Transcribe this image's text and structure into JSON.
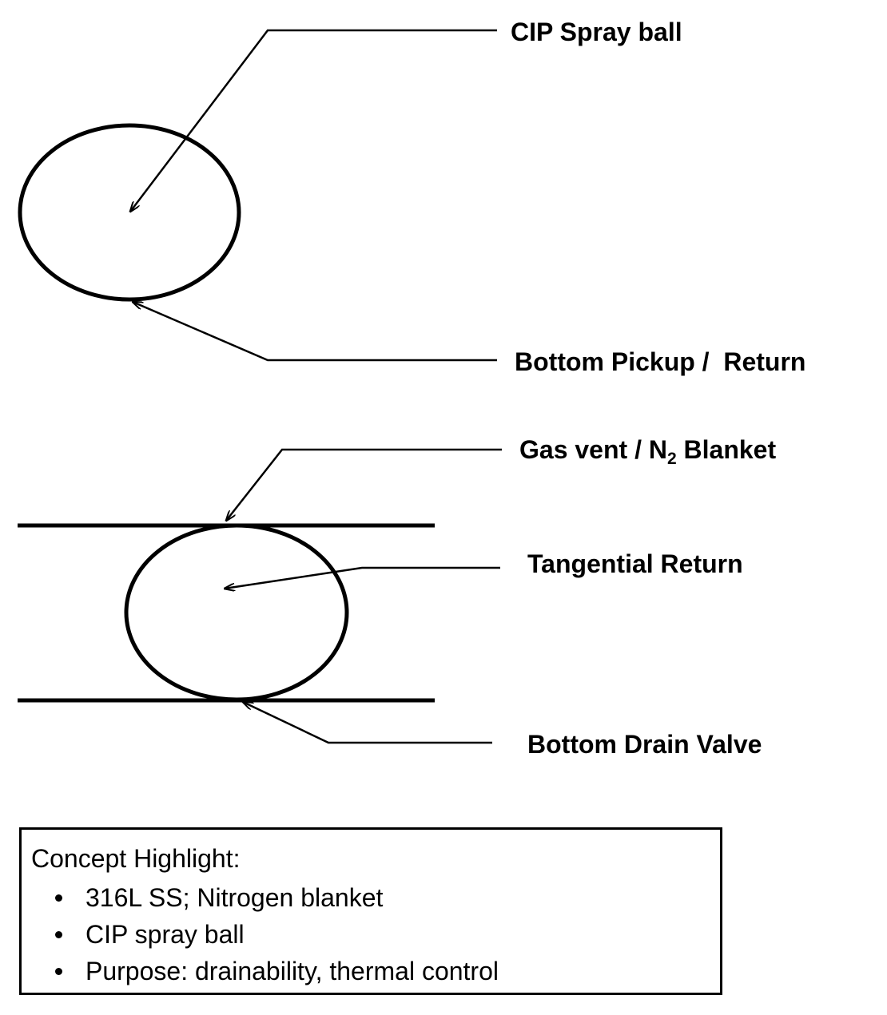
{
  "labels": {
    "cip_spray_ball": "CIP Spray ball",
    "bottom_pickup_return": "Bottom Pickup /  Return",
    "gas_vent_prefix": "Gas vent / N",
    "gas_vent_subscript": "2",
    "gas_vent_suffix": " Blanket",
    "tangential_return": "Tangential Return",
    "bottom_drain_valve": "Bottom Drain Valve"
  },
  "concept": {
    "title": "Concept Highlight:",
    "items": [
      "316L SS; Nitrogen blanket",
      "CIP spray ball",
      "Purpose: drainability, thermal control"
    ]
  },
  "colors": {
    "stroke": "#000000",
    "background": "#ffffff"
  }
}
